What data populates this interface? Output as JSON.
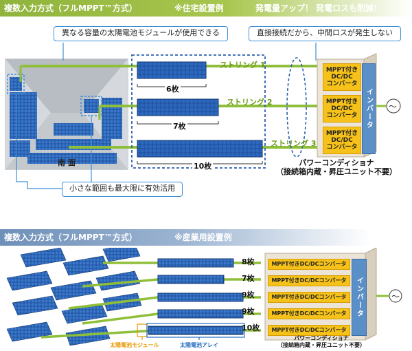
{
  "top_section": {
    "title": "複数入力方式（フルMPPT™方式）",
    "subtitle": "※住宅設置例",
    "headline": "発電量アップ！ 発電ロスも削減！",
    "callout_modules": "異なる容量の太陽電池モジュールが使用できる",
    "callout_direct": "直接接続だから、中間ロスが発生しない",
    "callout_small_area": "小さな範囲も最大限に有効活用",
    "roof_label": "南 面",
    "strings": [
      {
        "name": "ストリング 1",
        "count": "6枚"
      },
      {
        "name": "ストリング 2",
        "count": "7枚"
      },
      {
        "name": "ストリング 3",
        "count": "10枚"
      }
    ],
    "mppt_label_line1": "MPPT付き",
    "mppt_label_line2": "DC/DC",
    "mppt_label_line3": "コンバータ",
    "inverter_label": "インバータ",
    "power_conditioner": "パワーコンディショナ",
    "power_conditioner_note": "（接続箱内蔵・昇圧ユニット不要）",
    "ac_symbol": "〜"
  },
  "bottom_section": {
    "title": "複数入力方式（フルMPPT™方式）",
    "subtitle": "※産業用設置例",
    "counts": [
      "8枚",
      "7枚",
      "9枚",
      "9枚",
      "10枚"
    ],
    "mppt_label": "MPPT付きDC/DCコンバータ",
    "inverter_label": "インバータ",
    "module_label": "太陽電池モジュール",
    "array_label": "太陽電池アレイ",
    "power_conditioner": "パワーコンディショナ",
    "power_conditioner_note": "（接続箱内蔵・昇圧ユニット不要）",
    "ac_symbol": "〜"
  },
  "colors": {
    "green_accent": "#7aa62a",
    "blue_accent": "#3d8fd6",
    "mppt_yellow": "#f6c21a",
    "inverter_blue": "#5b8fc7",
    "panel_blue": "#1f4f9a",
    "module_label_orange": "#e79a00",
    "array_label_blue": "#2a6fc0"
  }
}
